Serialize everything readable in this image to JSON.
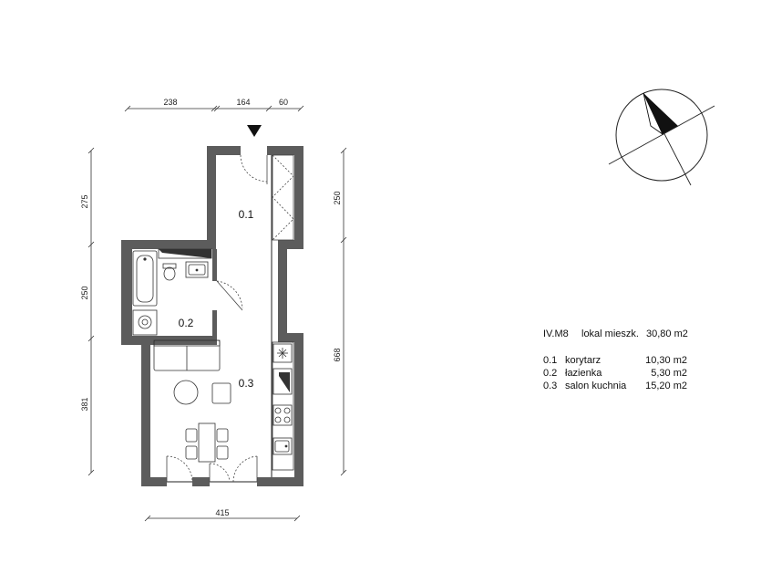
{
  "dimensions": {
    "top": [
      "238",
      "164",
      "60"
    ],
    "left": [
      "275",
      "250",
      "381"
    ],
    "right_upper": "250",
    "right_total": "668",
    "bottom": "415"
  },
  "rooms": [
    {
      "id": "0.1"
    },
    {
      "id": "0.2"
    },
    {
      "id": "0.3"
    }
  ],
  "legend": {
    "unit": "IV.M8",
    "unit_label": "lokal mieszk.",
    "unit_area": "30,80 m2",
    "items": [
      {
        "id": "0.1",
        "name": "korytarz",
        "area": "10,30 m2"
      },
      {
        "id": "0.2",
        "name": "łazienka",
        "area": "5,30 m2"
      },
      {
        "id": "0.3",
        "name": "salon kuchnia",
        "area": "15,20 m2"
      }
    ]
  },
  "colors": {
    "wall": "#5c5c5c",
    "line": "#222222"
  },
  "icons": [
    "entrance-arrow-icon",
    "north-arrow-icon"
  ]
}
